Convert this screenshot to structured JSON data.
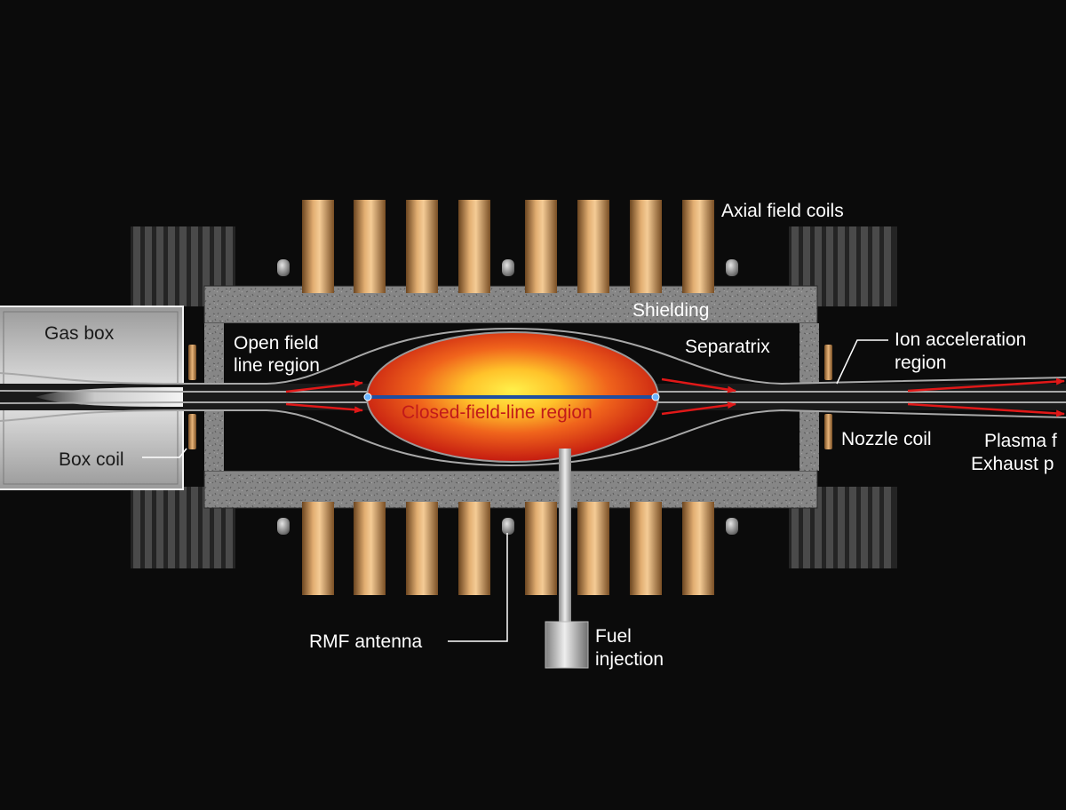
{
  "labels": {
    "axial_field_coils": "Axial field coils",
    "shielding": "Shielding",
    "gas_box": "Gas box",
    "open_field_line_region_1": "Open field",
    "open_field_line_region_2": "line region",
    "separatrix": "Separatrix",
    "ion_acceleration_1": "Ion acceleration",
    "ion_acceleration_2": "region",
    "closed_field_line_region": "Closed-field-line region",
    "box_coil": "Box coil",
    "nozzle_coil": "Nozzle coil",
    "plasma_flow_partial": "Plasma f",
    "exhaust_partial": "Exhaust p",
    "rmf_antenna": "RMF antenna",
    "fuel_injection_1": "Fuel",
    "fuel_injection_2": "injection"
  },
  "colors": {
    "background": "#0b0b0b",
    "coil": "#c98f4e",
    "shielding": "#8a8a8a",
    "plasma_core": "#ffe44a",
    "plasma_edge": "#c82010",
    "flow_arrow": "#e01818",
    "midplane_line": "#1f4fa0",
    "gas_box": "#c8c8c8"
  }
}
